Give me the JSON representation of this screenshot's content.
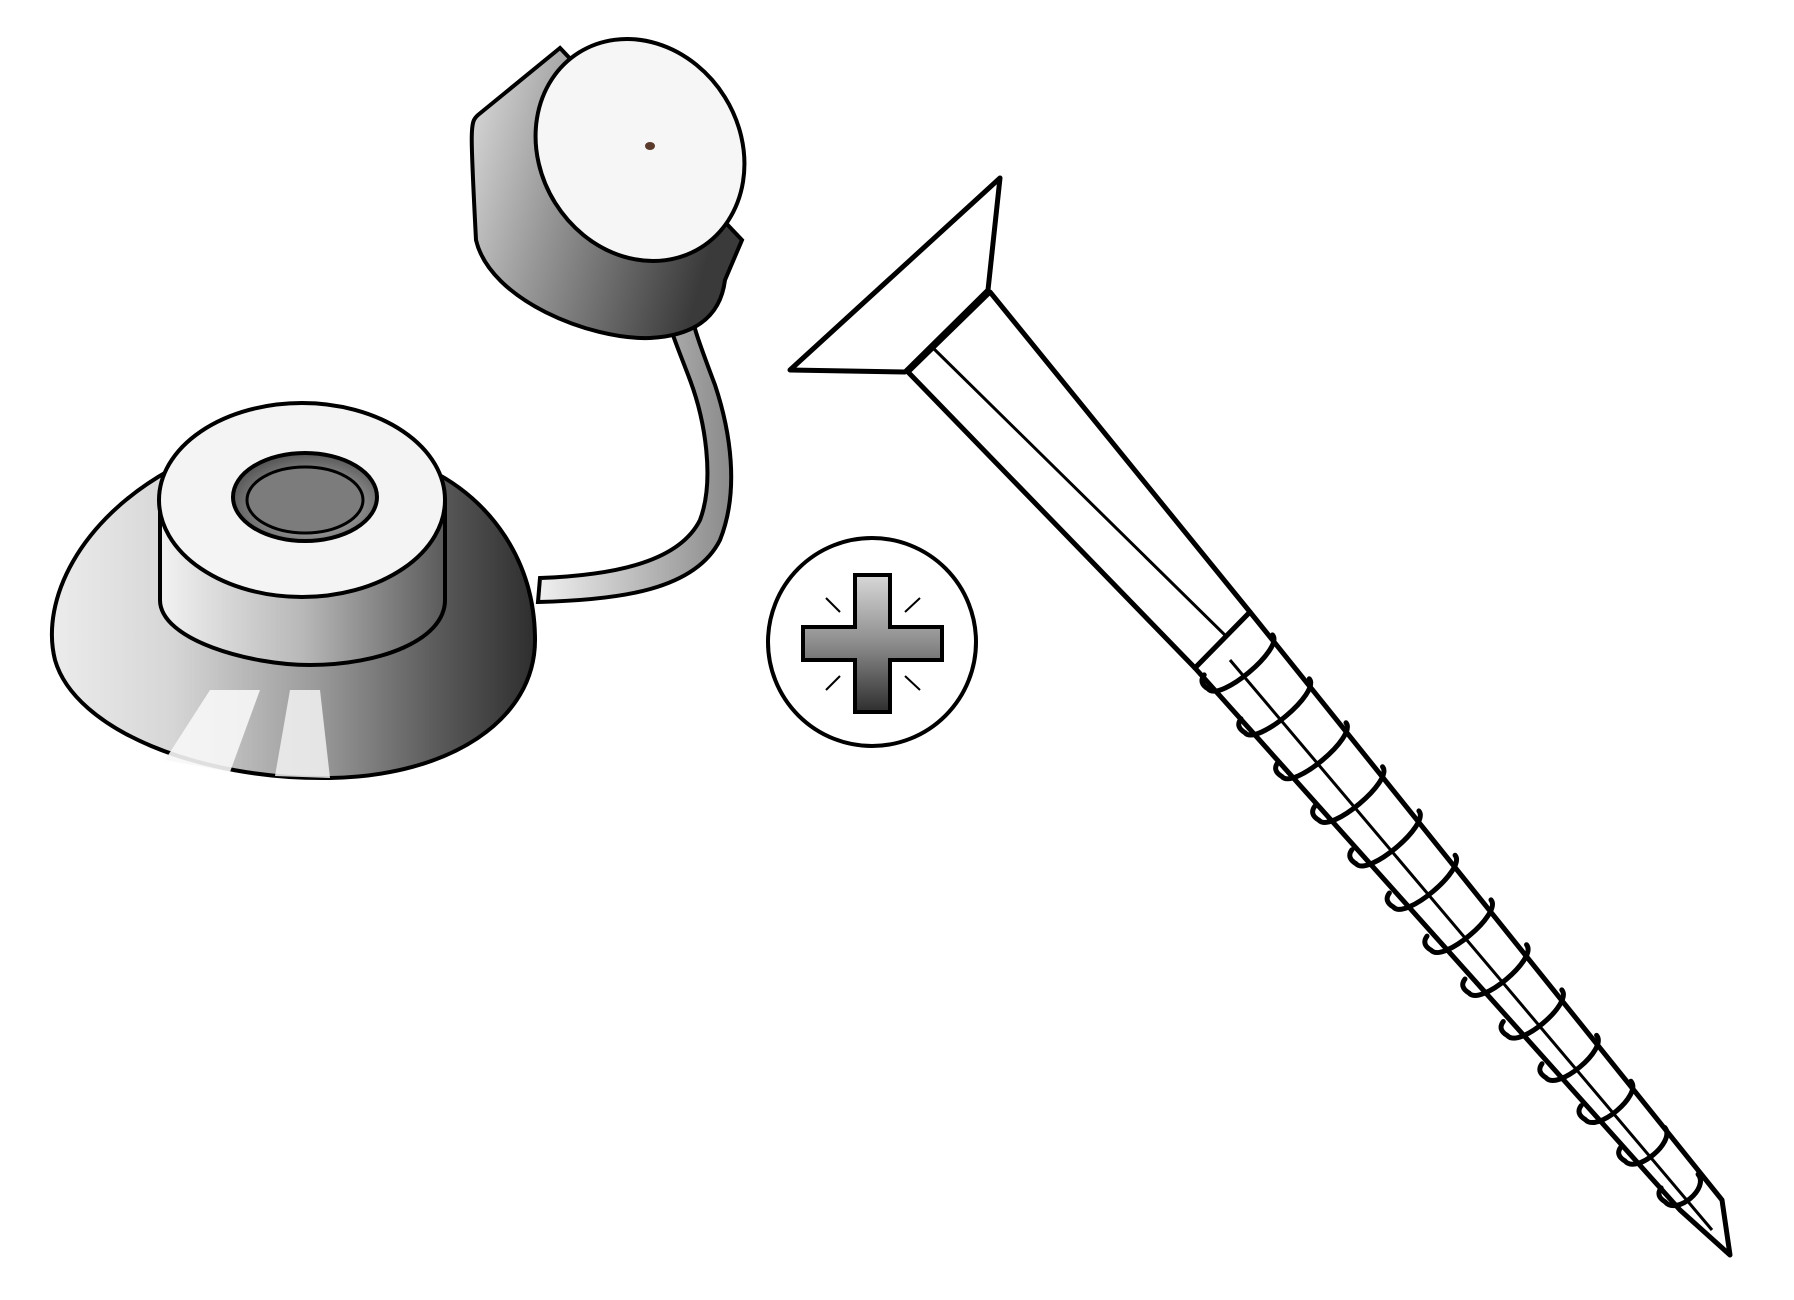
{
  "figure": {
    "components": [
      {
        "id": "washer",
        "icon": "cover-washer-icon"
      },
      {
        "id": "cap",
        "icon": "snap-cap-icon"
      },
      {
        "id": "strap",
        "icon": "tether-strap-icon"
      },
      {
        "id": "drive",
        "icon": "pozidriv-drive-icon"
      },
      {
        "id": "screw",
        "icon": "countersunk-screw-icon"
      }
    ],
    "colors": {
      "outline": "#000000",
      "background": "#ffffff",
      "metal_dark": "#3a3a3a",
      "metal_mid": "#8a8a8a",
      "metal_light": "#f4f4f4"
    }
  }
}
